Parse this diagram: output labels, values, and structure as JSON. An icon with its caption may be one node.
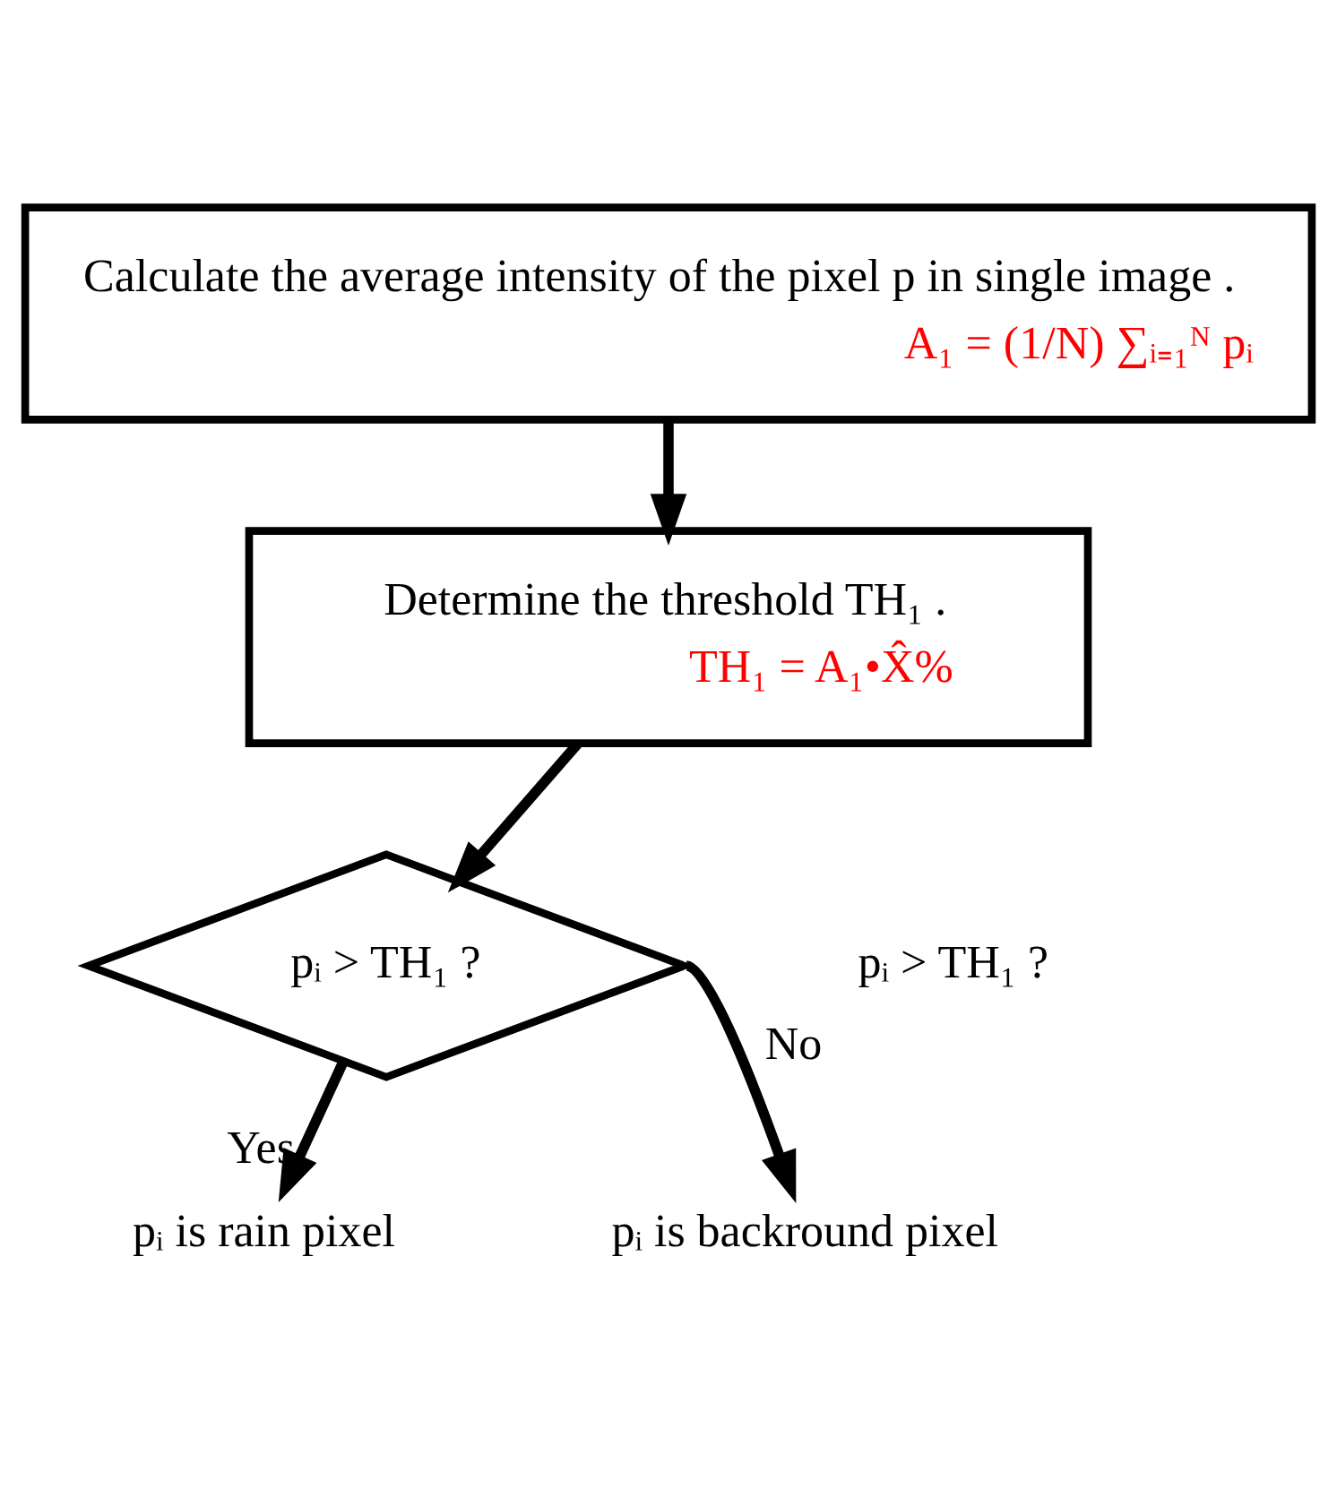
{
  "diagram": {
    "nodes": [
      {
        "text": [
          "Calculate the average intensity of the pixel p in single image .",
          "A₁ = (1/N) ∑ᵢ₌₁ᴺ pᵢ"
        ]
      },
      {
        "text": [
          "Determine the threshold TH₁ .",
          "TH₁ = A₁•X̂%"
        ]
      },
      {
        "text": [
          "pᵢ > TH₁ ?"
        ]
      },
      {
        "text": [
          "pᵢ is rain pixel"
        ]
      },
      {
        "text": [
          "pᵢ is backround pixel"
        ]
      }
    ],
    "edges": [
      {
        "from": 0,
        "to": 1,
        "arrow": "to"
      },
      {
        "from": 1,
        "to": 2,
        "arrow": "to"
      },
      {
        "from": 2,
        "to": 3,
        "arrow": "to",
        "label": "Yes"
      },
      {
        "from": 2,
        "to": 4,
        "arrow": "to",
        "label": "No"
      }
    ],
    "labels": [
      "pᵢ > TH₁ ?"
    ]
  }
}
